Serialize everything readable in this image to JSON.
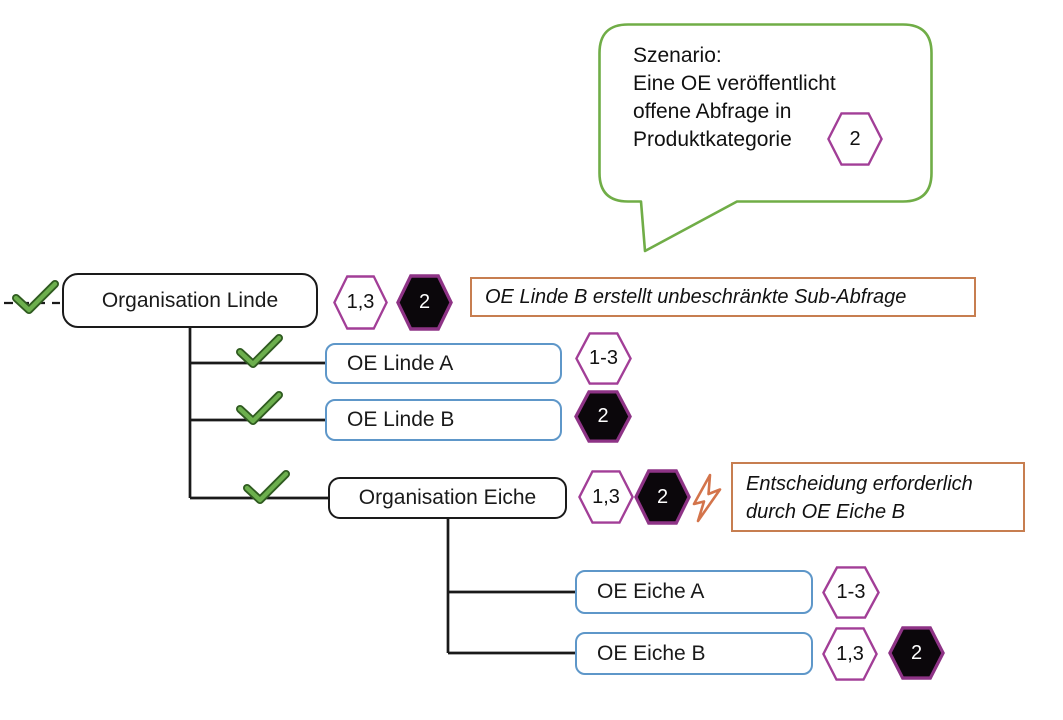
{
  "bubble": {
    "line1": "Szenario:",
    "line2": "Eine OE veröffentlicht",
    "line3": "offene Abfrage in",
    "line4": "Produktkategorie",
    "badge": "2"
  },
  "nodes": {
    "org_linde": {
      "label": "Organisation Linde",
      "badge_open": "1,3",
      "badge_filled": "2"
    },
    "oe_linde_a": {
      "label": "OE Linde A",
      "badge_open": "1-3"
    },
    "oe_linde_b": {
      "label": "OE Linde B",
      "badge_filled": "2"
    },
    "org_eiche": {
      "label": "Organisation Eiche",
      "badge_open": "1,3",
      "badge_filled": "2"
    },
    "oe_eiche_a": {
      "label": "OE Eiche A",
      "badge_open": "1-3"
    },
    "oe_eiche_b": {
      "label": "OE Eiche B",
      "badge_open": "1,3",
      "badge_filled": "2"
    }
  },
  "annotations": {
    "linde": {
      "text": "OE Linde B erstellt unbeschränkte Sub-Abfrage"
    },
    "eiche": {
      "line1": "Entscheidung erforderlich",
      "line2": "durch OE Eiche B"
    }
  },
  "colors": {
    "bubble_green": "#70AD47",
    "check_green": "#6CAF4D",
    "check_outline": "#2F5B20",
    "hex_purple": "#A23E97",
    "hex_filled_fill": "#0B070B",
    "hex_filled_border": "#8E3386",
    "box_blue": "#5E97C9",
    "box_black": "#1A1A1A",
    "note_orange": "#C77E50",
    "bolt_orange": "#D3744B"
  }
}
